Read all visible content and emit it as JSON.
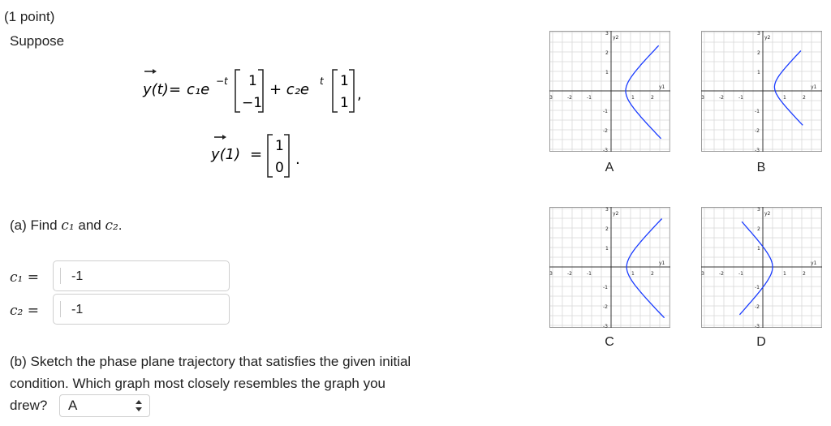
{
  "header": {
    "points": "(1 point)",
    "suppose": "Suppose"
  },
  "equations": {
    "y_func": "y(t)",
    "eq1_c1": "c₁e",
    "exp1": "−t",
    "v1_top": "1",
    "v1_bot": "−1",
    "plus_c2": "+ c₂e",
    "exp2": "t",
    "v2_top": "1",
    "v2_bot": "1",
    "comma": ",",
    "y_init": "y(1)",
    "v3_top": "1",
    "v3_bot": "0",
    "period": "."
  },
  "part_a": {
    "prompt_prefix": "(a) Find ",
    "prompt_c1": "c₁",
    "prompt_and": " and ",
    "prompt_c2": "c₂",
    "prompt_suffix": ".",
    "c1_label": "c₁ =",
    "c1_value": "-1",
    "c2_label": "c₂ =",
    "c2_value": "-1"
  },
  "part_b": {
    "line1": "(b) Sketch the phase plane trajectory that satisfies the given initial",
    "line2": "condition. Which graph most closely resembles the graph you",
    "line3": "drew?",
    "selected": "A"
  },
  "graphs": {
    "labels": [
      "A",
      "B",
      "C",
      "D"
    ],
    "ylabel": "y2",
    "xlabel": "y1",
    "ticks_pos": [
      "1",
      "2",
      "3"
    ],
    "ticks_neg": [
      "-1",
      "-2",
      "-3"
    ],
    "curve_color": "#1a3cff"
  }
}
